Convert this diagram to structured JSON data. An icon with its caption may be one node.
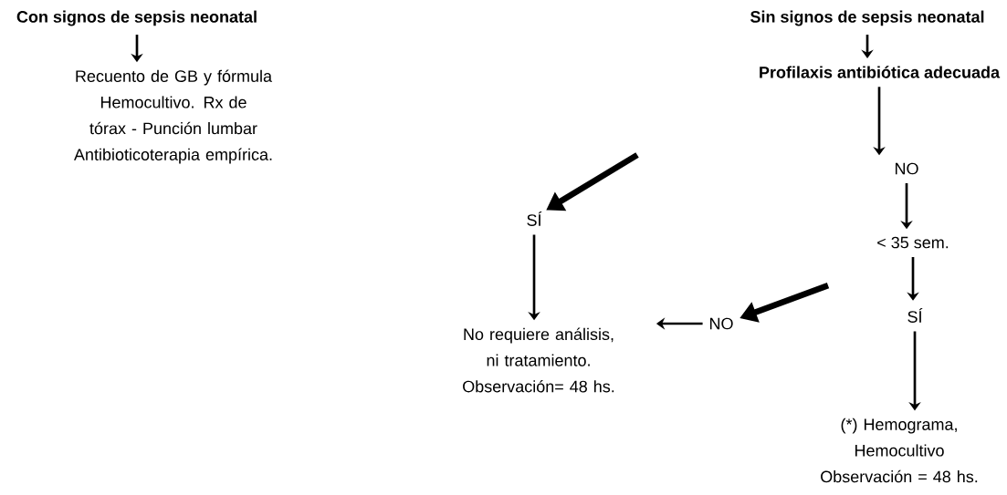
{
  "diagram": {
    "nodes": [
      {
        "text": [
          "Con signos de sepsis neonatal"
        ]
      },
      {
        "text": [
          "Recuento de GB y fórmula Hemocultivo. Rx de tórax - Punción lumbar Antibioticoterapia empírica."
        ]
      },
      {
        "text": [
          "Sin signos de sepsis neonatal"
        ]
      },
      {
        "text": [
          "Profilaxis antibiótica adecuada"
        ]
      },
      {
        "text": [
          "NO"
        ]
      },
      {
        "text": [
          "< 35 sem."
        ]
      },
      {
        "text": [
          "SÍ"
        ]
      },
      {
        "text": [
          "(*) Hemograma, Hemocultivo Observación = 48 hs."
        ]
      },
      {
        "text": [
          "SÍ"
        ]
      },
      {
        "text": [
          "No requiere análisis, ni tratamiento. Observación= 48 hs."
        ]
      },
      {
        "text": [
          "NO"
        ]
      }
    ],
    "edges": [
      {
        "from": 0,
        "to": 1,
        "arrow": "to"
      },
      {
        "from": 2,
        "to": 3,
        "arrow": "to"
      },
      {
        "from": null,
        "to": 8,
        "arrow": "to",
        "style": "thick"
      },
      {
        "from": 3,
        "to": 4,
        "arrow": "to"
      },
      {
        "from": 4,
        "to": 5,
        "arrow": "to"
      },
      {
        "from": 5,
        "to": 6,
        "arrow": "to"
      },
      {
        "from": 6,
        "to": 7,
        "arrow": "to"
      },
      {
        "from": 8,
        "to": 9,
        "arrow": "to"
      },
      {
        "from": null,
        "to": 10,
        "arrow": "to",
        "style": "thick"
      },
      {
        "from": 10,
        "to": 9,
        "arrow": "to"
      }
    ]
  }
}
